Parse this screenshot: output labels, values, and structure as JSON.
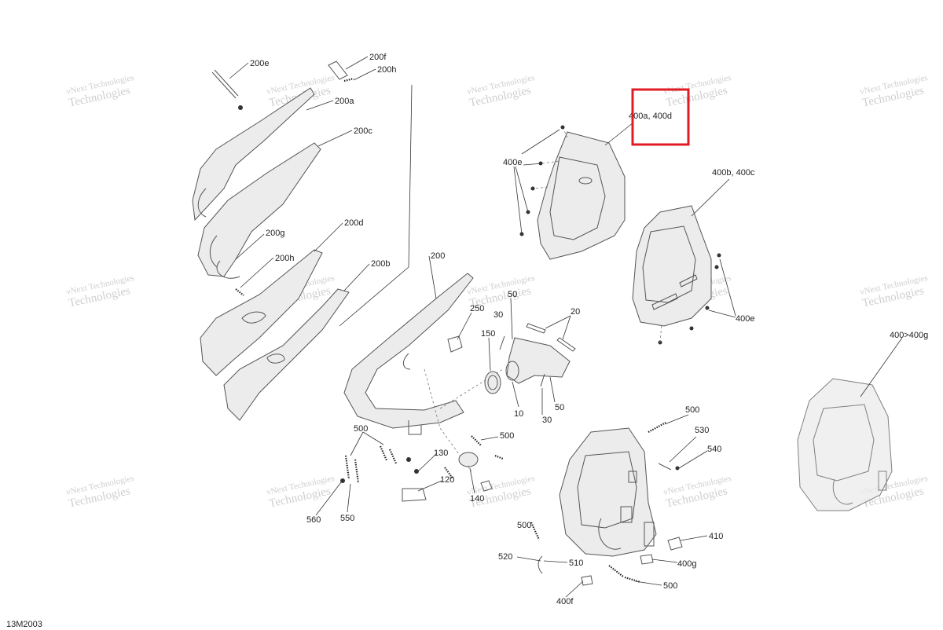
{
  "diagram": {
    "code": "13M2003",
    "watermark_line1": "vNext Technologies",
    "watermark_line2": "Technologies",
    "highlight_color": "#e01b24",
    "callouts": {
      "c200e": "200e",
      "c200f": "200f",
      "c200h_top": "200h",
      "c200a": "200a",
      "c200c": "200c",
      "c200g": "200g",
      "c200d": "200d",
      "c200h_mid": "200h",
      "c200b": "200b",
      "c200": "200",
      "c250": "250",
      "c50_top": "50",
      "c30_top": "30",
      "c150": "150",
      "c20": "20",
      "c10": "10",
      "c50_bot": "50",
      "c30_bot": "30",
      "c400e_top": "400e",
      "c400a_400d": "400a, 400d",
      "c400b_400c": "400b, 400c",
      "c400e_right": "400e",
      "c400_400g": "400>400g",
      "c500_left": "500",
      "c500_mid": "500",
      "c130": "130",
      "c120": "120",
      "c140": "140",
      "c560": "560",
      "c550": "550",
      "c500_right": "500",
      "c530": "530",
      "c540": "540",
      "c500_low": "500",
      "c410": "410",
      "c520": "520",
      "c510": "510",
      "c400g": "400g",
      "c400f": "400f",
      "c500_bottom": "500"
    }
  }
}
